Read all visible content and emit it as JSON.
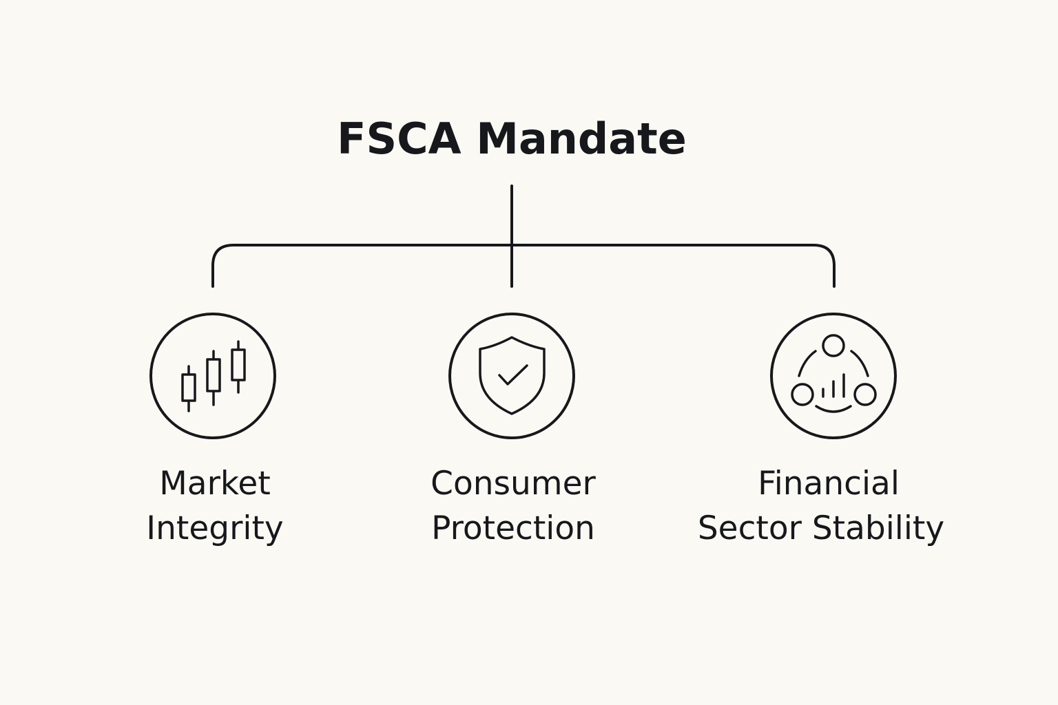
{
  "title": "FSCA Mandate",
  "pillars": [
    {
      "line1": "Market",
      "line2": "Integrity",
      "icon": "candlestick-chart-icon"
    },
    {
      "line1": "Consumer",
      "line2": "Protection",
      "icon": "shield-check-icon"
    },
    {
      "line1": "Financial",
      "line2": "Sector Stability",
      "icon": "network-chart-icon"
    }
  ],
  "colors": {
    "background": "#fbf9f4",
    "ink": "#16181b"
  }
}
